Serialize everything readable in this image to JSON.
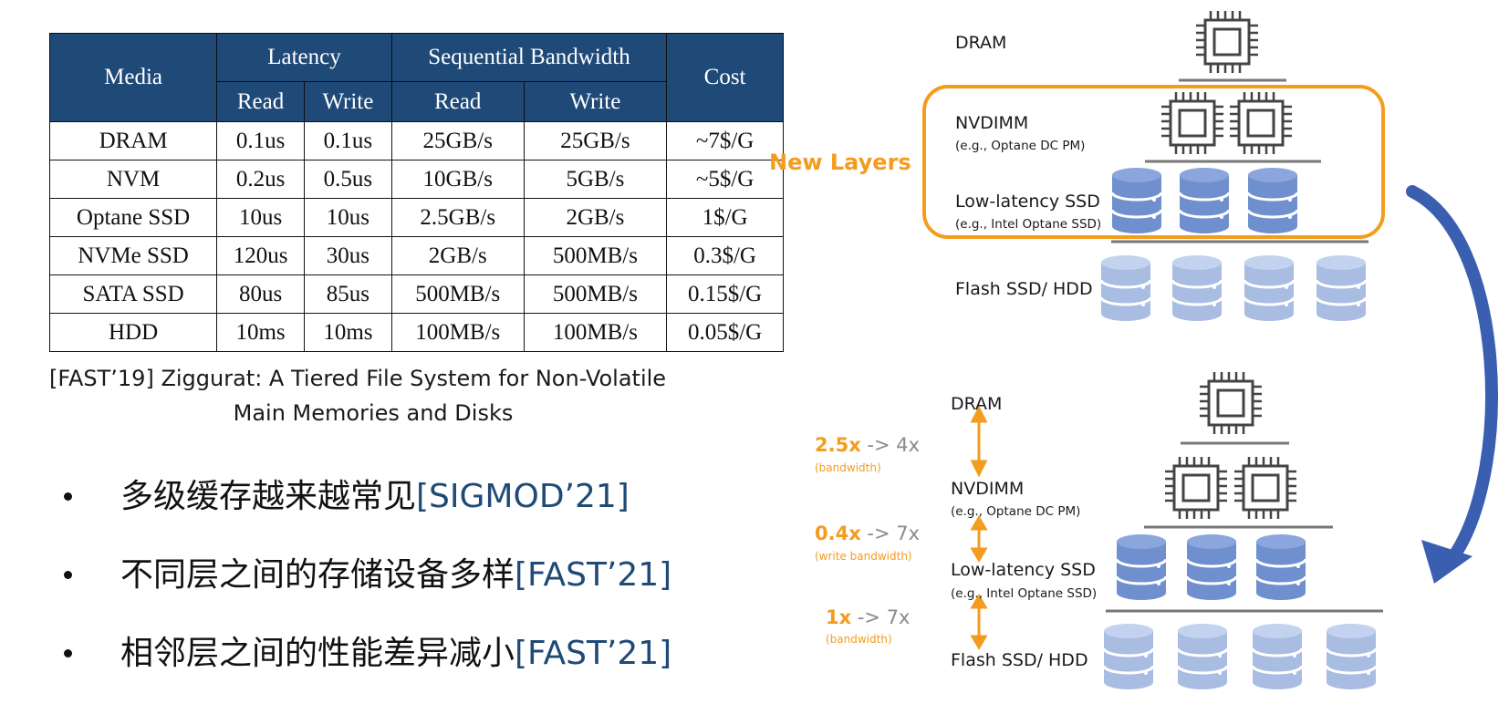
{
  "table": {
    "header": {
      "media": "Media",
      "latency": "Latency",
      "seq_bw": "Sequential Bandwidth",
      "cost": "Cost",
      "read": "Read",
      "write": "Write"
    },
    "rows": [
      [
        "DRAM",
        "0.1us",
        "0.1us",
        "25GB/s",
        "25GB/s",
        "~7$/G"
      ],
      [
        "NVM",
        "0.2us",
        "0.5us",
        "10GB/s",
        "5GB/s",
        "~5$/G"
      ],
      [
        "Optane SSD",
        "10us",
        "10us",
        "2.5GB/s",
        "2GB/s",
        "1$/G"
      ],
      [
        "NVMe SSD",
        "120us",
        "30us",
        "2GB/s",
        "500MB/s",
        "0.3$/G"
      ],
      [
        "SATA SSD",
        "80us",
        "85us",
        "500MB/s",
        "500MB/s",
        "0.15$/G"
      ],
      [
        "HDD",
        "10ms",
        "10ms",
        "100MB/s",
        "100MB/s",
        "0.05$/G"
      ]
    ]
  },
  "citation": {
    "line1": "[FAST’19] Ziggurat: A Tiered File System for Non-Volatile",
    "line2": "Main Memories and Disks"
  },
  "bullets": [
    {
      "text": "多级缓存越来越常见",
      "ref": "[SIGMOD’21]"
    },
    {
      "text": "不同层之间的存储设备多样",
      "ref": "[FAST’21]"
    },
    {
      "text": "相邻层之间的性能差异减小",
      "ref": "[FAST’21]"
    }
  ],
  "diagram": {
    "new_layers": "New Layers",
    "top": {
      "dram": "DRAM",
      "nvdimm": "NVDIMM",
      "nvdimm_sub": "(e.g., Optane DC PM)",
      "ll_ssd": "Low-latency SSD",
      "ll_ssd_sub": "(e.g., Intel Optane SSD)",
      "flash": "Flash SSD/ HDD"
    },
    "bottom": {
      "dram": "DRAM",
      "nvdimm": "NVDIMM",
      "nvdimm_sub": "(e.g., Optane DC PM)",
      "ll_ssd": "Low-latency SSD",
      "ll_ssd_sub": "(e.g., Intel Optane SSD)",
      "flash": "Flash SSD/ HDD"
    },
    "ratios": [
      {
        "value": "2.5x",
        "arrow": " -> 4x",
        "note": "(bandwidth)"
      },
      {
        "value": "0.4x",
        "arrow": " -> 7x",
        "note": "(write bandwidth)"
      },
      {
        "value": "1x",
        "arrow": " -> 7x",
        "note": "(bandwidth)"
      }
    ],
    "colors": {
      "orange": "#f39c1e",
      "table_header": "#1f4a78",
      "disk_dark": "#6f8fcf",
      "disk_light": "#a9bde3",
      "curve_arrow": "#3b5fb0"
    },
    "icons": [
      "chip-icon",
      "database-icon",
      "curved-arrow-icon",
      "double-arrow-icon"
    ]
  }
}
